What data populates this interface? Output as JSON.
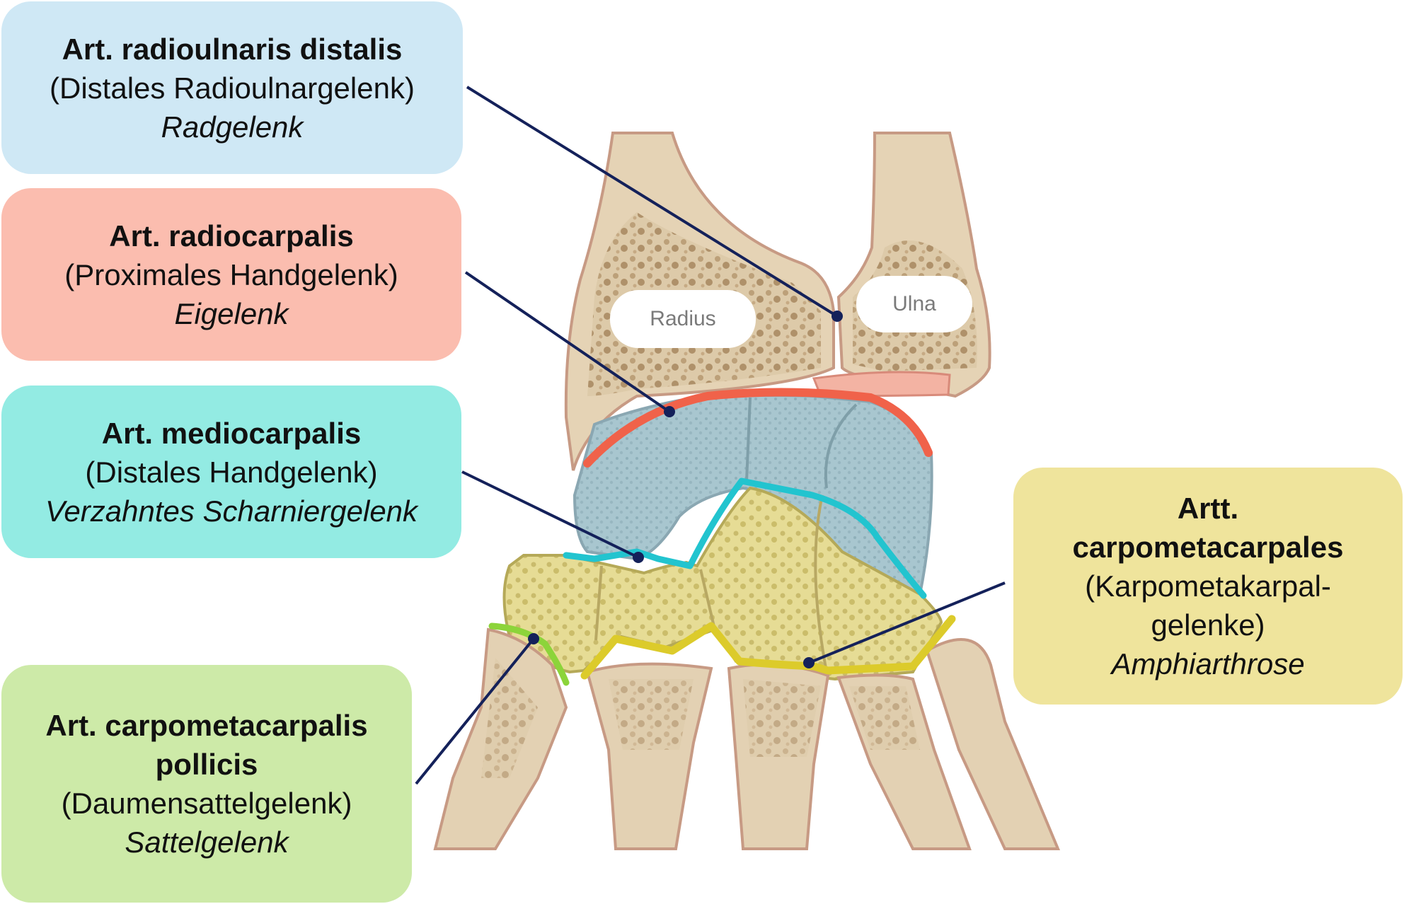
{
  "colors": {
    "drug": "#cfe8f5",
    "radiocarpal": "#fbbdaf",
    "mediocarpal": "#93ebe3",
    "pollicis": "#cdeaa8",
    "carpometacarpal": "#efe49c",
    "pointer": "#14215a",
    "radiocarpal_line": "#f0624a",
    "mediocarpal_line": "#22c4cf",
    "carpometacarpal_line": "#dccb2b",
    "pollicis_line": "#8cd43a"
  },
  "joints": {
    "drug": {
      "name": "Art. radioulnaris distalis",
      "german": "(Distales Radioulnargelenk)",
      "type": "Radgelenk"
    },
    "radiocarpal": {
      "name": "Art. radiocarpalis",
      "german": "(Proximales Handgelenk)",
      "type": "Eigelenk"
    },
    "mediocarpal": {
      "name": "Art. mediocarpalis",
      "german": "(Distales Handgelenk)",
      "type": "Verzahntes Scharniergelenk"
    },
    "pollicis": {
      "name_line1": "Art. carpometacarpalis",
      "name_line2": "pollicis",
      "german": "(Daumensattelgelenk)",
      "type": "Sattelgelenk"
    },
    "carpometacarpal": {
      "name_line1": "Artt.",
      "name_line2": "carpometacarpales",
      "german_line1": "(Karpometakarpal-",
      "german_line2": "gelenke)",
      "type": "Amphiarthrose"
    }
  },
  "bones": {
    "radius": "Radius",
    "ulna": "Ulna"
  }
}
